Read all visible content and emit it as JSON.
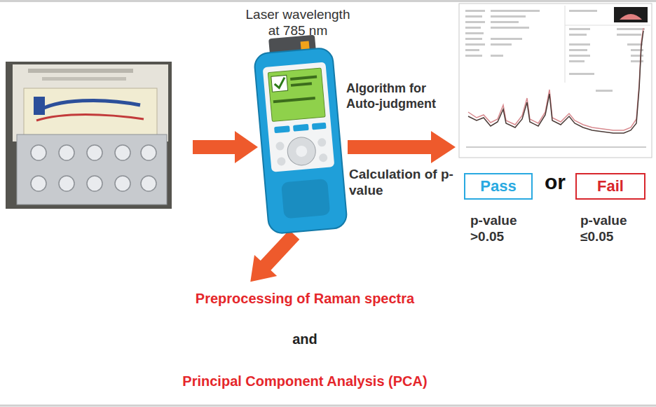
{
  "diagram": {
    "nodes": [
      {
        "text": [
          "Pass"
        ]
      },
      {
        "text": [
          "Fail"
        ]
      }
    ],
    "labels": [
      "Laser wavelength at 785 nm",
      "Algorithm for Auto-judgment",
      "Calculation of p-value",
      "or",
      "p-value >0.05",
      "p-value ≤0.05",
      "Preprocessing of Raman spectra",
      "and",
      "Principal Component Analysis (PCA)"
    ]
  }
}
